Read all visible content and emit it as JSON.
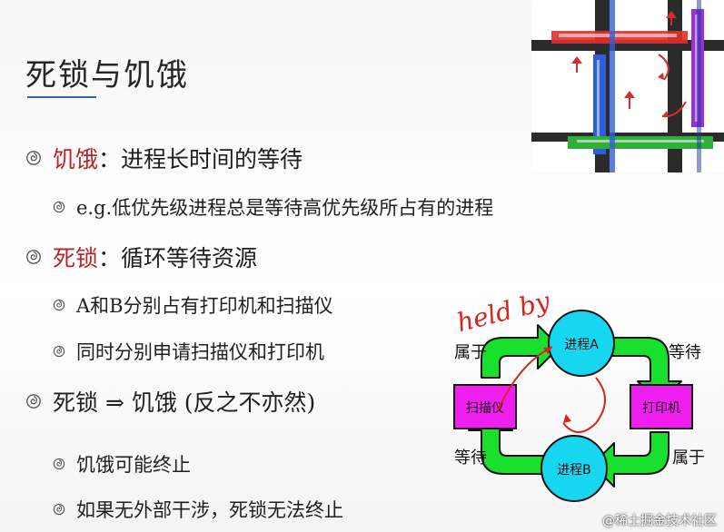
{
  "title": "死锁与饥饿",
  "bullets": {
    "b1_head": "饥饿",
    "b1_rest": "：进程长时间的等待",
    "b1_sub1": "e.g.低优先级进程总是等待高优先级所占有的进程",
    "b2_head": "死锁",
    "b2_rest": "：循环等待资源",
    "b2_sub1": "A和B分别占有打印机和扫描仪",
    "b2_sub2": "同时分别申请扫描仪和打印机",
    "b3": "死锁 ⇒ 饥饿 (反之不亦然)",
    "b3_sub1": "饥饿可能终止",
    "b3_sub2": "如果无外部干涉，死锁无法终止"
  },
  "diagram": {
    "handwritten": "held by",
    "process_a": "进程A",
    "process_b": "进程B",
    "scanner": "扫描仪",
    "printer": "打印机",
    "label_top_left": "属于",
    "label_top_right": "等待",
    "label_bottom_left": "等待",
    "label_bottom_right": "属于"
  },
  "watermark": "@稀土掘金技术社区",
  "colors": {
    "accent_red": "#b3262b",
    "title_rule": "#3b5ea8",
    "arrow_green": "#18e02c",
    "process_cyan": "#17d7f0",
    "resource_magenta": "#f01ff0"
  },
  "icons": {
    "bullet": "swirl-bullet-icon"
  }
}
